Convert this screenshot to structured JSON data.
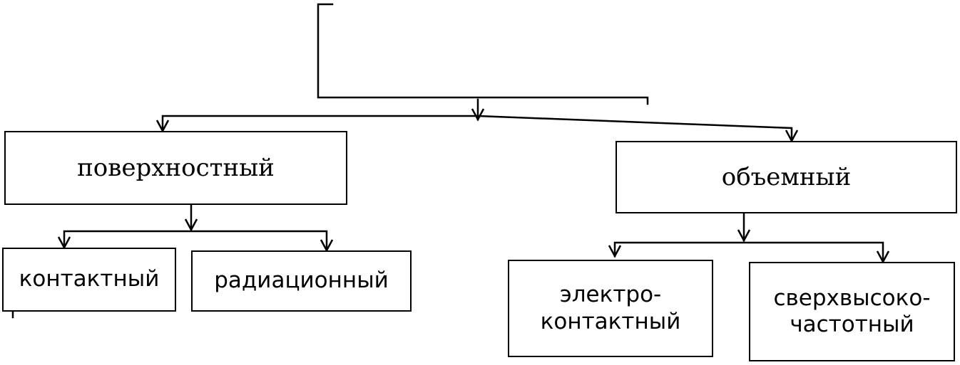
{
  "diagram": {
    "root": {
      "label": ""
    },
    "level1": [
      {
        "id": "surface",
        "label": "поверхностный"
      },
      {
        "id": "volume",
        "label": "объемный"
      }
    ],
    "surface_children": [
      {
        "id": "contact",
        "label": "контактный"
      },
      {
        "id": "radiation",
        "label": "радиационный"
      }
    ],
    "volume_children": [
      {
        "id": "electrocontact",
        "line1": "электро-",
        "line2": "контактный"
      },
      {
        "id": "microwave",
        "line1": "сверхвысоко-",
        "line2": "частотный"
      }
    ]
  }
}
